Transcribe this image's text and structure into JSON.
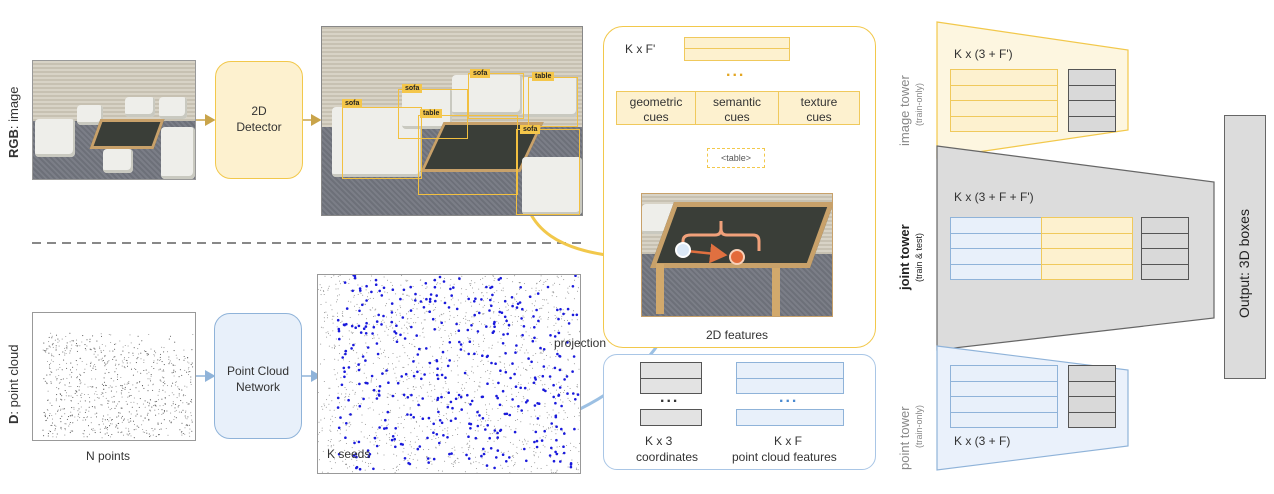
{
  "rgb": {
    "label_bold": "RGB",
    "label_rest": ": image"
  },
  "depth": {
    "label_bold": "D",
    "label_rest": ": point cloud"
  },
  "detector": {
    "line1": "2D",
    "line2": "Detector"
  },
  "detections": [
    {
      "label": "sofa"
    },
    {
      "label": "table"
    },
    {
      "label": "sofa"
    },
    {
      "label": "sofa"
    },
    {
      "label": "table"
    },
    {
      "label": "sofa"
    }
  ],
  "features2d": {
    "kxf_prime": "K x F'",
    "ellipsis": "...",
    "cues": [
      {
        "line1": "geometric",
        "line2": "cues"
      },
      {
        "line1": "semantic",
        "line2": "cues"
      },
      {
        "line1": "texture",
        "line2": "cues"
      }
    ],
    "table_tag": "<table>",
    "caption": "2D features"
  },
  "pointcloud": {
    "n_points": "N points",
    "network_line1": "Point Cloud",
    "network_line2": "Network",
    "k_seeds": "K seeds",
    "projection": "projection"
  },
  "seed_features": {
    "ellipsis_gray": "...",
    "ellipsis_blue": "...",
    "coords_line1": "K x 3",
    "coords_line2": "coordinates",
    "feat_line1": "K x F",
    "feat_line2": "point cloud features"
  },
  "towers": {
    "image": {
      "name": "image tower",
      "sub": "(train-only)",
      "formula": "K x (3 + F')"
    },
    "joint": {
      "name": "joint tower",
      "sub": "(train & test)",
      "formula": "K x (3 + F + F')"
    },
    "point": {
      "name": "point tower",
      "sub": "(train-only)",
      "formula": "K x (3 + F)"
    }
  },
  "output": {
    "label": "Output: 3D boxes"
  },
  "colors": {
    "yellow": "#f2c84b",
    "yellow_fill": "#fdf1cf",
    "blue": "#8fb3d9",
    "blue_fill": "#e8f0fa",
    "gray_fill": "#d9d9d9",
    "seed_blue": "#1a1adc"
  }
}
